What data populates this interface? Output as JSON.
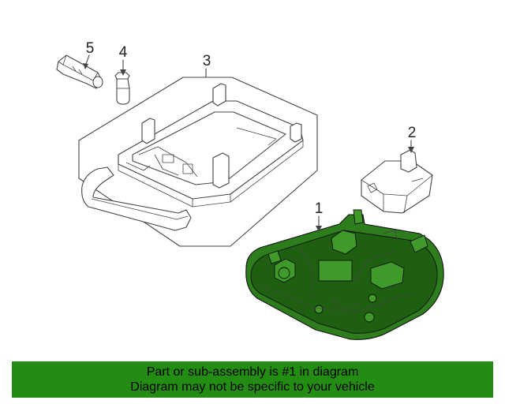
{
  "diagram": {
    "callouts": [
      {
        "id": "1",
        "label": "1"
      },
      {
        "id": "2",
        "label": "2"
      },
      {
        "id": "3",
        "label": "3"
      },
      {
        "id": "4",
        "label": "4"
      },
      {
        "id": "5",
        "label": "5"
      }
    ],
    "highlighted_part": "1",
    "highlight_color": "#2e7d1c"
  },
  "banner": {
    "line1": "Part or sub-assembly is #1 in diagram",
    "line2": "Diagram may not be specific to your vehicle",
    "background": "#238c12"
  }
}
